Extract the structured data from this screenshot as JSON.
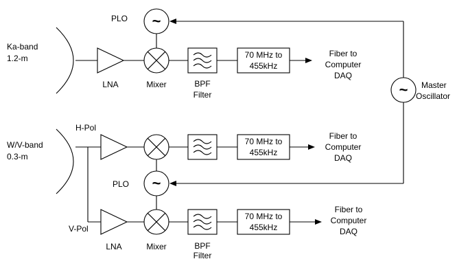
{
  "antennas": {
    "ka": {
      "line1": "Ka-band",
      "line2": "1.2-m"
    },
    "wv": {
      "line1": "W/V-band",
      "line2": "0.3-m"
    }
  },
  "labels": {
    "plo_top": "PLO",
    "plo_mid": "PLO",
    "lna_top": "LNA",
    "mixer_top": "Mixer",
    "bpf_top_1": "BPF",
    "bpf_top_2": "Filter",
    "hpol": "H-Pol",
    "vpol": "V-Pol",
    "lna_bottom": "LNA",
    "mixer_bottom": "Mixer",
    "bpf_bottom_1": "BPF",
    "bpf_bottom_2": "Filter",
    "master_1": "Master",
    "master_2": "Oscillator"
  },
  "converter": {
    "line1": "70 MHz to",
    "line2": "455kHz"
  },
  "output": {
    "line1": "Fiber to",
    "line2": "Computer",
    "line3": "DAQ"
  },
  "symbols": {
    "oscillator": "~"
  },
  "icons": [
    "antenna-dish-icon",
    "lna-amplifier-icon",
    "mixer-icon",
    "bpf-filter-icon",
    "oscillator-icon",
    "arrow-icon"
  ]
}
